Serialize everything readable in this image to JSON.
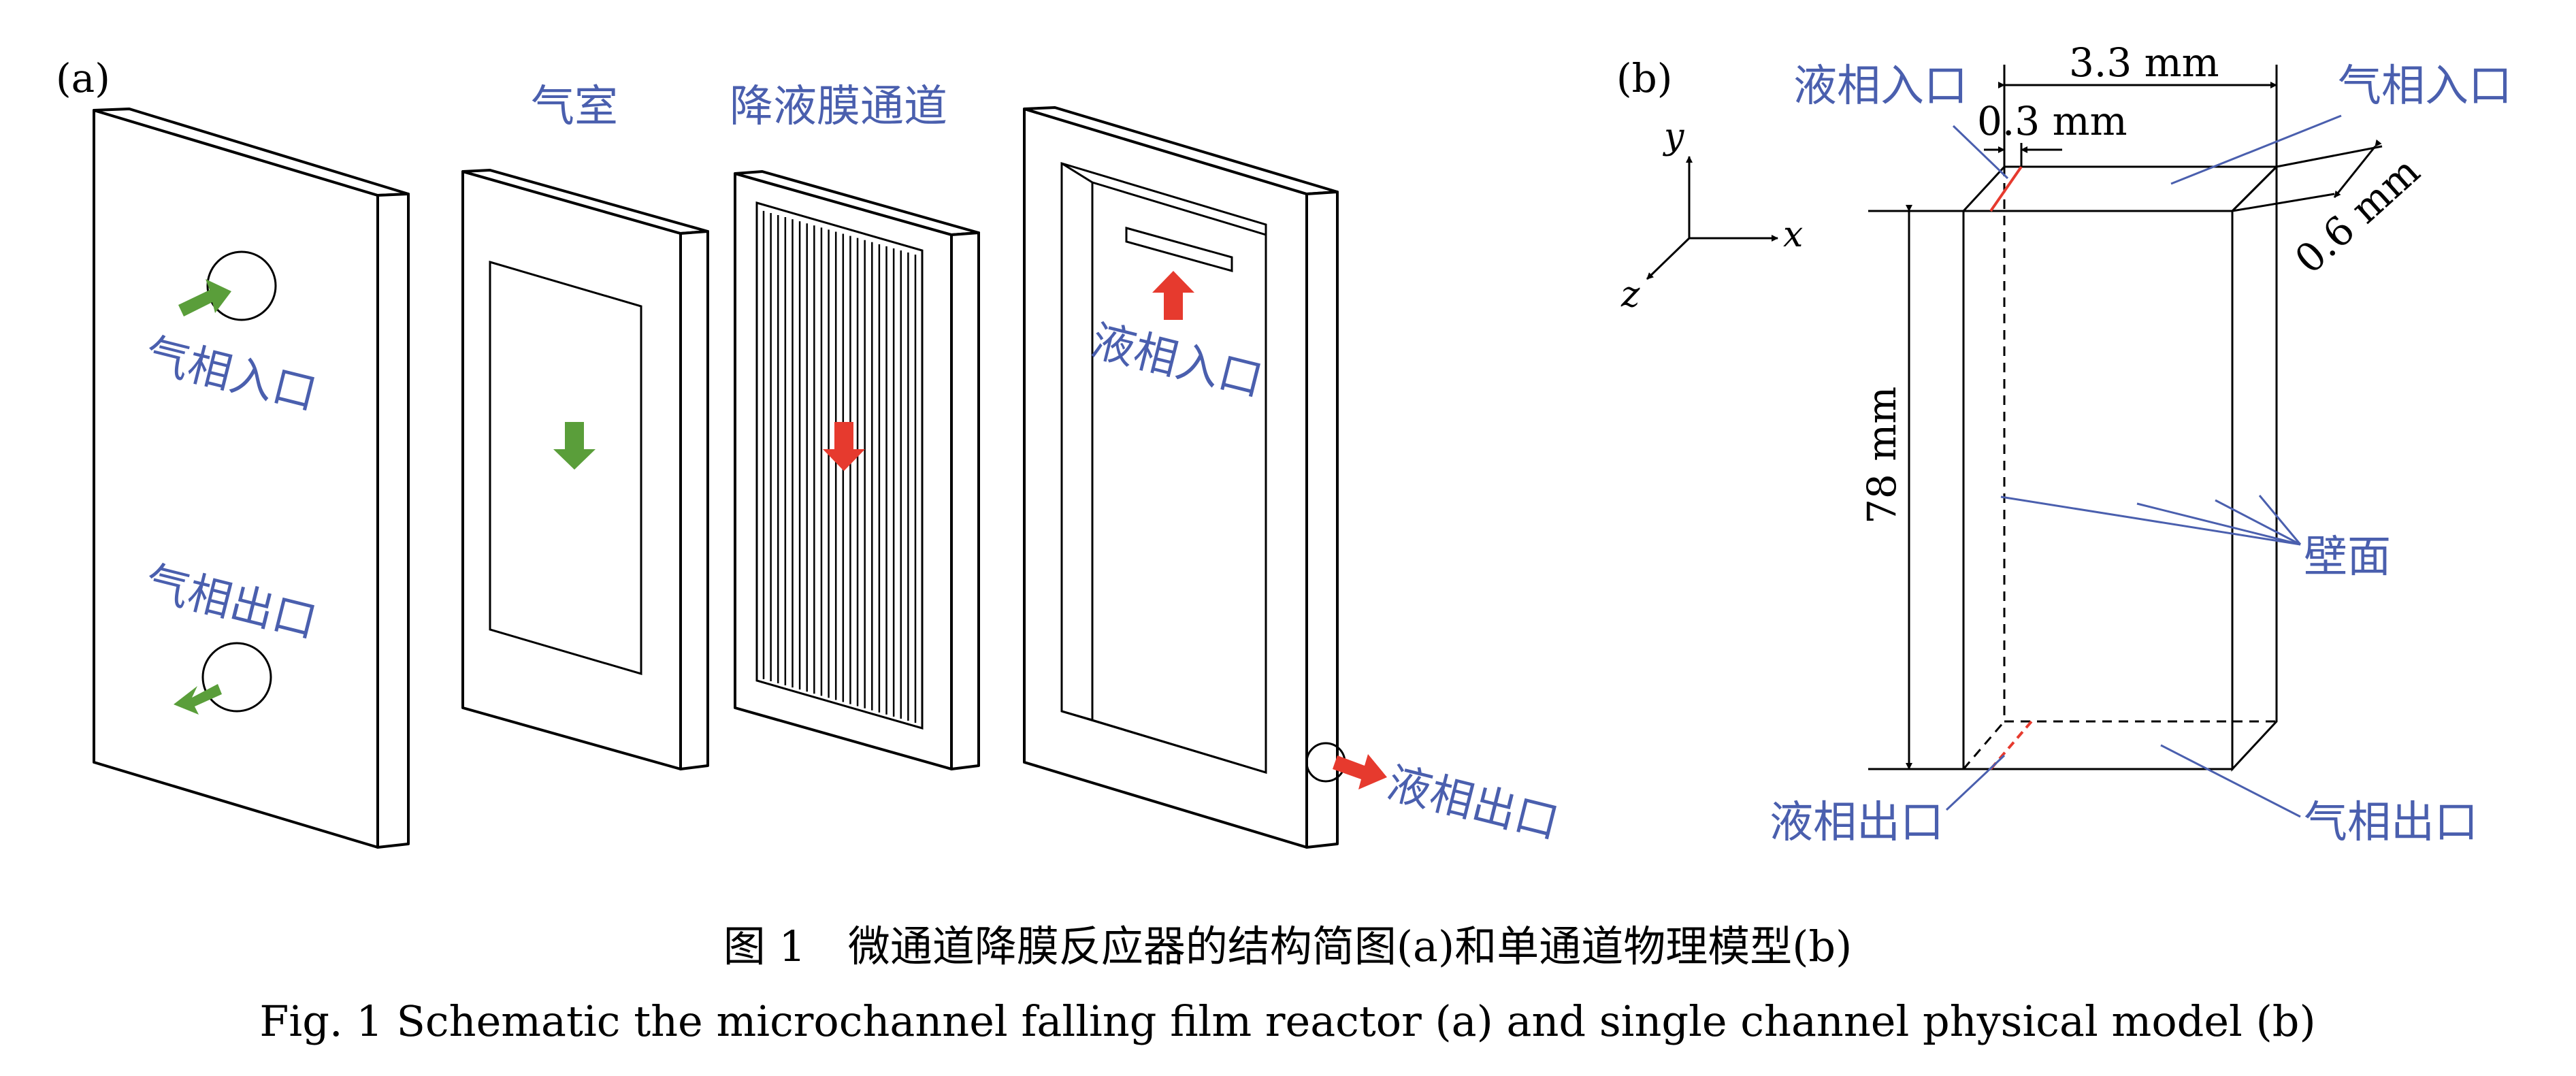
{
  "panel_a": {
    "tag": "(a)",
    "label_gas_chamber": "气室",
    "label_falling_film_channel": "降液膜通道",
    "label_gas_inlet": "气相入口",
    "label_gas_outlet": "气相出口",
    "label_liquid_inlet": "液相入口",
    "label_liquid_outlet": "液相出口"
  },
  "panel_b": {
    "tag": "(b)",
    "axis_y": "y",
    "axis_x": "x",
    "axis_z": "z",
    "dim_width": "3.3 mm",
    "dim_gap": "0.3 mm",
    "dim_depth": "0.6 mm",
    "dim_height": "78 mm",
    "label_liquid_inlet": "液相入口",
    "label_gas_inlet": "气相入口",
    "label_wall": "壁面",
    "label_liquid_outlet": "液相出口",
    "label_gas_outlet": "气相出口"
  },
  "caption": {
    "cn": "图 1　微通道降膜反应器的结构简图(a)和单通道物理模型(b)",
    "en": "Fig. 1  Schematic the microchannel falling film reactor (a) and single channel physical model (b)"
  },
  "colors": {
    "label_blue": "#4a5fae",
    "gas_arrow_green": "#5a9e3a",
    "liquid_arrow_red": "#e63a2e"
  }
}
